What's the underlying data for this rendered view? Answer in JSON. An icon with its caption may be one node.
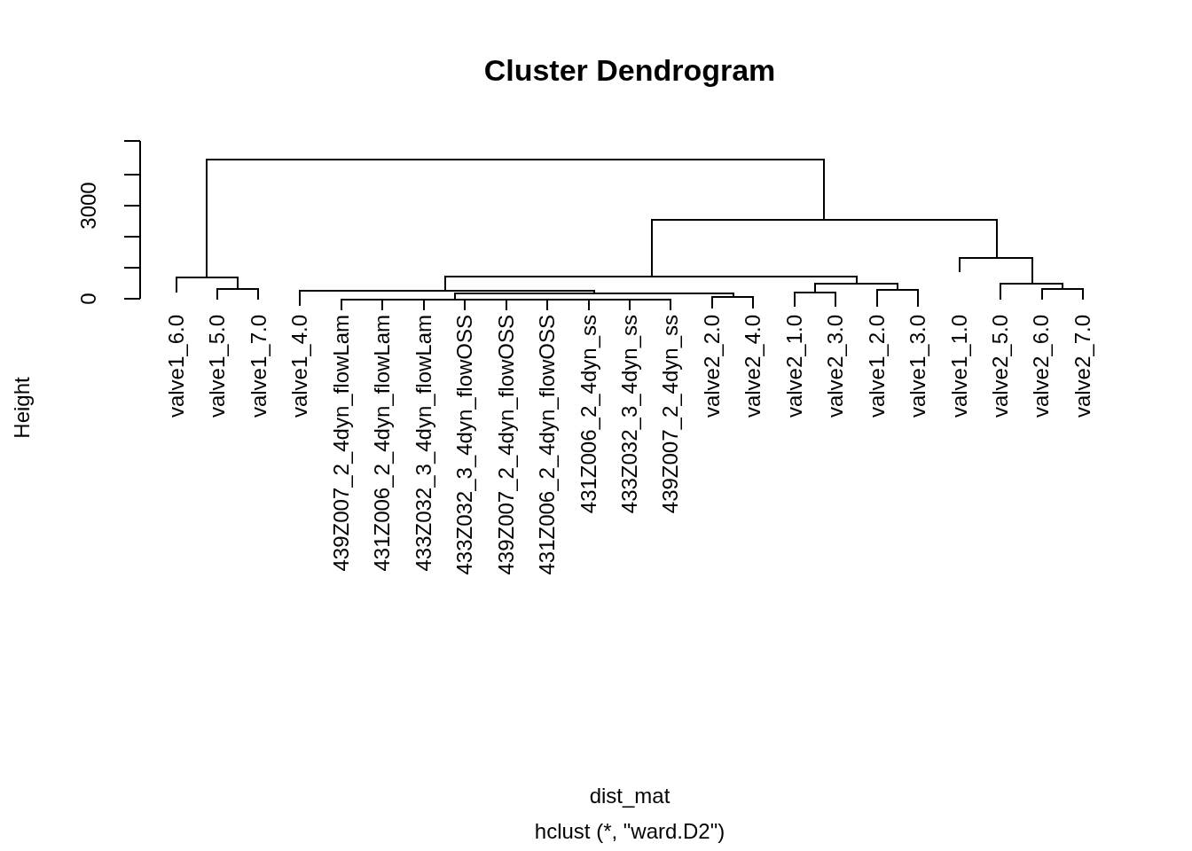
{
  "diagram": {
    "title": "Cluster Dendrogram",
    "caption": "hclust (*, \"ward.D2\")",
    "labels": [
      "3000",
      "0",
      "Height",
      "valve1_6.0",
      "valve1_5.0",
      "valve1_7.0",
      "valve1_4.0",
      "439Z007_2_4dyn_flowLam",
      "431Z006_2_4dyn_flowLam",
      "433Z032_3_4dyn_flowLam",
      "433Z032_3_4dyn_flowOSS",
      "439Z007_2_4dyn_flowOSS",
      "431Z006_2_4dyn_flowOSS",
      "431Z006_2_4dyn_ss",
      "433Z032_3_4dyn_ss",
      "439Z007_2_4dyn_ss",
      "valve2_2.0",
      "valve2_4.0",
      "valve2_1.0",
      "valve2_3.0",
      "valve1_2.0",
      "valve1_3.0",
      "valve1_1.0",
      "valve2_5.0",
      "valve2_6.0",
      "valve2_7.0",
      "dist_mat"
    ]
  }
}
